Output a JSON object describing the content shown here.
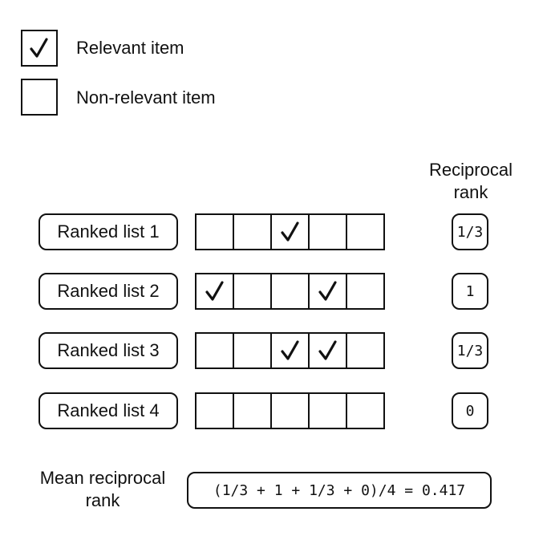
{
  "legend": {
    "relevant_label": "Relevant item",
    "non_relevant_label": "Non-relevant item"
  },
  "column_header": {
    "line1": "Reciprocal",
    "line2": "rank"
  },
  "rows": [
    {
      "label": "Ranked list 1",
      "relevant": [
        false,
        false,
        true,
        false,
        false
      ],
      "reciprocal_rank": "1/3"
    },
    {
      "label": "Ranked list 2",
      "relevant": [
        true,
        false,
        false,
        true,
        false
      ],
      "reciprocal_rank": "1"
    },
    {
      "label": "Ranked list 3",
      "relevant": [
        false,
        false,
        true,
        true,
        false
      ],
      "reciprocal_rank": "1/3"
    },
    {
      "label": "Ranked list 4",
      "relevant": [
        false,
        false,
        false,
        false,
        false
      ],
      "reciprocal_rank": "0"
    }
  ],
  "mean": {
    "label_line1": "Mean reciprocal",
    "label_line2": "rank",
    "formula": "(1/3 + 1 + 1/3 + 0)/4 = 0.417"
  }
}
